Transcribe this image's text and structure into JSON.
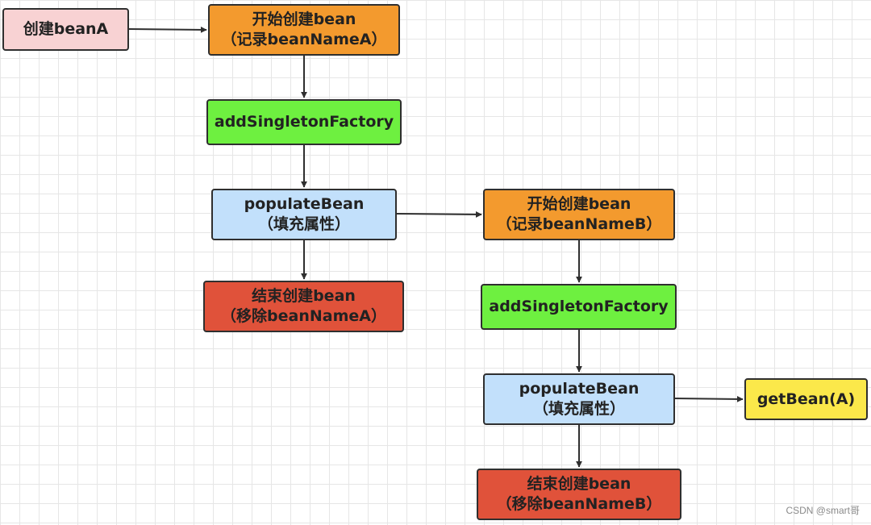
{
  "colors": {
    "start": "#f8d2d3",
    "begin_create": "#f39a2e",
    "add_factory": "#6ef040",
    "populate": "#c2e0fb",
    "end_create": "#e0523a",
    "get_bean": "#fbe84a"
  },
  "nodes": {
    "create_bean_a": "创建beanA",
    "begin_a": {
      "line1": "开始创建bean",
      "line2": "（记录beanNameA）"
    },
    "add_factory_a": "addSingletonFactory",
    "populate_a": {
      "line1": "populateBean",
      "line2": "（填充属性）"
    },
    "end_a": {
      "line1": "结束创建bean",
      "line2": "（移除beanNameA）"
    },
    "begin_b": {
      "line1": "开始创建bean",
      "line2": "（记录beanNameB）"
    },
    "add_factory_b": "addSingletonFactory",
    "populate_b": {
      "line1": "populateBean",
      "line2": "（填充属性）"
    },
    "get_bean_a": "getBean(A)",
    "end_b": {
      "line1": "结束创建bean",
      "line2": "（移除beanNameB）"
    }
  },
  "watermark": "CSDN @smart哥"
}
